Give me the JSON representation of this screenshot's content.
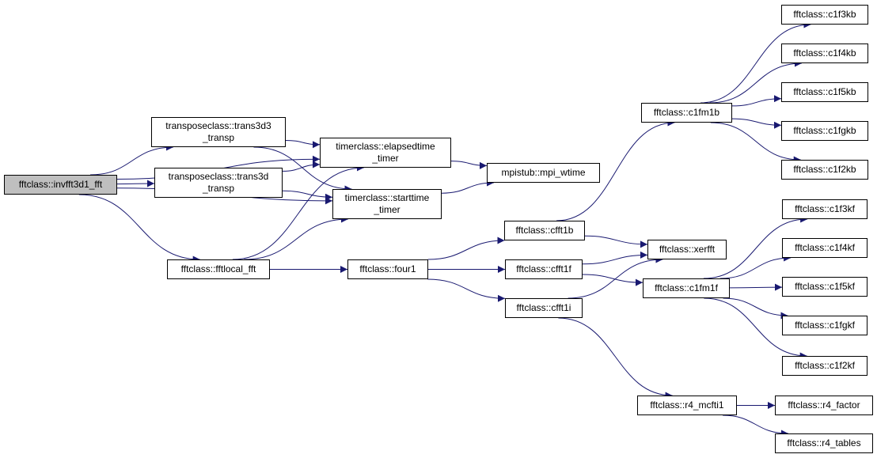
{
  "diagram": {
    "edge_color": "#191970",
    "root_fill": "#bfbfbf",
    "nodes": [
      {
        "id": "invfft",
        "lines": [
          "fftclass::invfft3d1_fft"
        ]
      },
      {
        "id": "tr3d3",
        "lines": [
          "transposeclass::trans3d3",
          "_transp"
        ]
      },
      {
        "id": "tr3d",
        "lines": [
          "transposeclass::trans3d",
          "_transp"
        ]
      },
      {
        "id": "elapsed",
        "lines": [
          "timerclass::elapsedtime",
          "_timer"
        ]
      },
      {
        "id": "start",
        "lines": [
          "timerclass::starttime",
          "_timer"
        ]
      },
      {
        "id": "wtime",
        "lines": [
          "mpistub::mpi_wtime"
        ]
      },
      {
        "id": "local",
        "lines": [
          "fftclass::fftlocal_fft"
        ]
      },
      {
        "id": "four1",
        "lines": [
          "fftclass::four1"
        ]
      },
      {
        "id": "cfft1b",
        "lines": [
          "fftclass::cfft1b"
        ]
      },
      {
        "id": "cfft1f",
        "lines": [
          "fftclass::cfft1f"
        ]
      },
      {
        "id": "cfft1i",
        "lines": [
          "fftclass::cfft1i"
        ]
      },
      {
        "id": "c1fm1b",
        "lines": [
          "fftclass::c1fm1b"
        ]
      },
      {
        "id": "xerfft",
        "lines": [
          "fftclass::xerfft"
        ]
      },
      {
        "id": "c1fm1f",
        "lines": [
          "fftclass::c1fm1f"
        ]
      },
      {
        "id": "mcfti1",
        "lines": [
          "fftclass::r4_mcfti1"
        ]
      },
      {
        "id": "c1f3kb",
        "lines": [
          "fftclass::c1f3kb"
        ]
      },
      {
        "id": "c1f4kb",
        "lines": [
          "fftclass::c1f4kb"
        ]
      },
      {
        "id": "c1f5kb",
        "lines": [
          "fftclass::c1f5kb"
        ]
      },
      {
        "id": "c1fgkb",
        "lines": [
          "fftclass::c1fgkb"
        ]
      },
      {
        "id": "c1f2kb",
        "lines": [
          "fftclass::c1f2kb"
        ]
      },
      {
        "id": "c1f3kf",
        "lines": [
          "fftclass::c1f3kf"
        ]
      },
      {
        "id": "c1f4kf",
        "lines": [
          "fftclass::c1f4kf"
        ]
      },
      {
        "id": "c1f5kf",
        "lines": [
          "fftclass::c1f5kf"
        ]
      },
      {
        "id": "c1fgkf",
        "lines": [
          "fftclass::c1fgkf"
        ]
      },
      {
        "id": "c1f2kf",
        "lines": [
          "fftclass::c1f2kf"
        ]
      },
      {
        "id": "factor",
        "lines": [
          "fftclass::r4_factor"
        ]
      },
      {
        "id": "tables",
        "lines": [
          "fftclass::r4_tables"
        ]
      }
    ],
    "edges": [
      [
        "invfft",
        "tr3d3"
      ],
      [
        "invfft",
        "tr3d"
      ],
      [
        "invfft",
        "elapsed"
      ],
      [
        "invfft",
        "start"
      ],
      [
        "invfft",
        "local"
      ],
      [
        "tr3d3",
        "elapsed"
      ],
      [
        "tr3d3",
        "start"
      ],
      [
        "tr3d",
        "elapsed"
      ],
      [
        "tr3d",
        "start"
      ],
      [
        "local",
        "elapsed"
      ],
      [
        "local",
        "start"
      ],
      [
        "local",
        "four1"
      ],
      [
        "elapsed",
        "wtime"
      ],
      [
        "start",
        "wtime"
      ],
      [
        "four1",
        "cfft1b"
      ],
      [
        "four1",
        "cfft1f"
      ],
      [
        "four1",
        "cfft1i"
      ],
      [
        "cfft1b",
        "c1fm1b"
      ],
      [
        "cfft1b",
        "xerfft"
      ],
      [
        "cfft1f",
        "xerfft"
      ],
      [
        "cfft1f",
        "c1fm1f"
      ],
      [
        "cfft1i",
        "xerfft"
      ],
      [
        "cfft1i",
        "mcfti1"
      ],
      [
        "c1fm1b",
        "c1f3kb"
      ],
      [
        "c1fm1b",
        "c1f4kb"
      ],
      [
        "c1fm1b",
        "c1f5kb"
      ],
      [
        "c1fm1b",
        "c1fgkb"
      ],
      [
        "c1fm1b",
        "c1f2kb"
      ],
      [
        "c1fm1f",
        "c1f3kf"
      ],
      [
        "c1fm1f",
        "c1f4kf"
      ],
      [
        "c1fm1f",
        "c1f5kf"
      ],
      [
        "c1fm1f",
        "c1fgkf"
      ],
      [
        "c1fm1f",
        "c1f2kf"
      ],
      [
        "mcfti1",
        "factor"
      ],
      [
        "mcfti1",
        "tables"
      ]
    ]
  }
}
